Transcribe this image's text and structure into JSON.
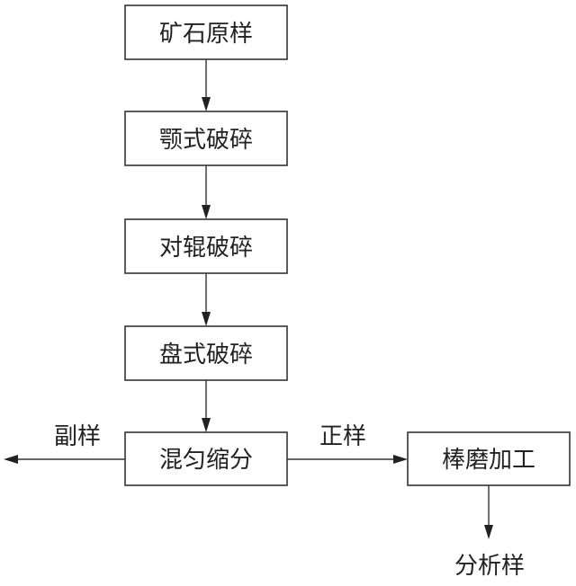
{
  "flow": {
    "ore_sample": "矿石原样",
    "jaw_crushing": "颚式破碎",
    "roll_crushing": "对辊破碎",
    "disc_crushing": "盘式破碎",
    "mix_divide": "混匀缩分",
    "rod_milling": "棒磨加工",
    "secondary_sample": "副样",
    "primary_sample": "正样",
    "analysis_sample": "分析样"
  }
}
